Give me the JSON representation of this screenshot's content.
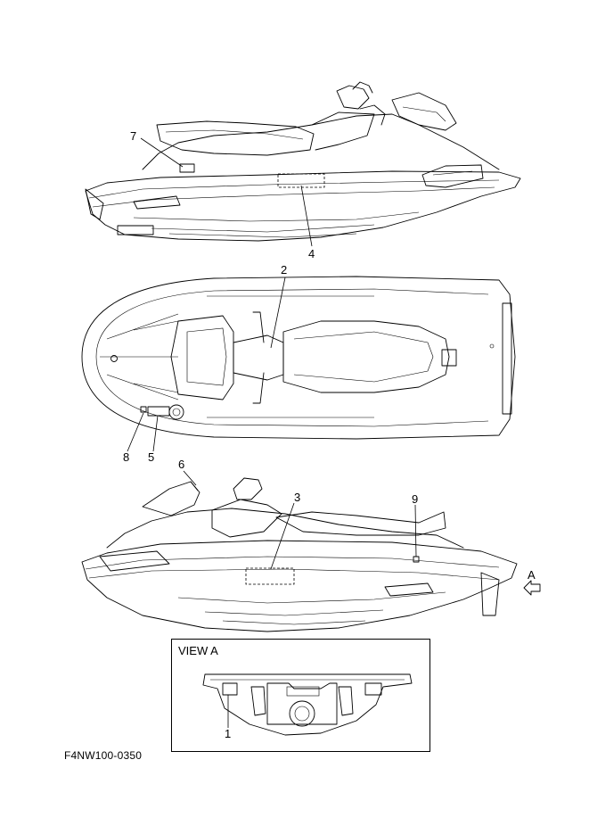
{
  "figure_code": "F4NW100-0350",
  "view_a": {
    "title": "VIEW A"
  },
  "arrow_label": "A",
  "callouts": {
    "c1": "1",
    "c2": "2",
    "c3": "3",
    "c4": "4",
    "c5": "5",
    "c6": "6",
    "c7": "7",
    "c8": "8",
    "c9": "9"
  }
}
